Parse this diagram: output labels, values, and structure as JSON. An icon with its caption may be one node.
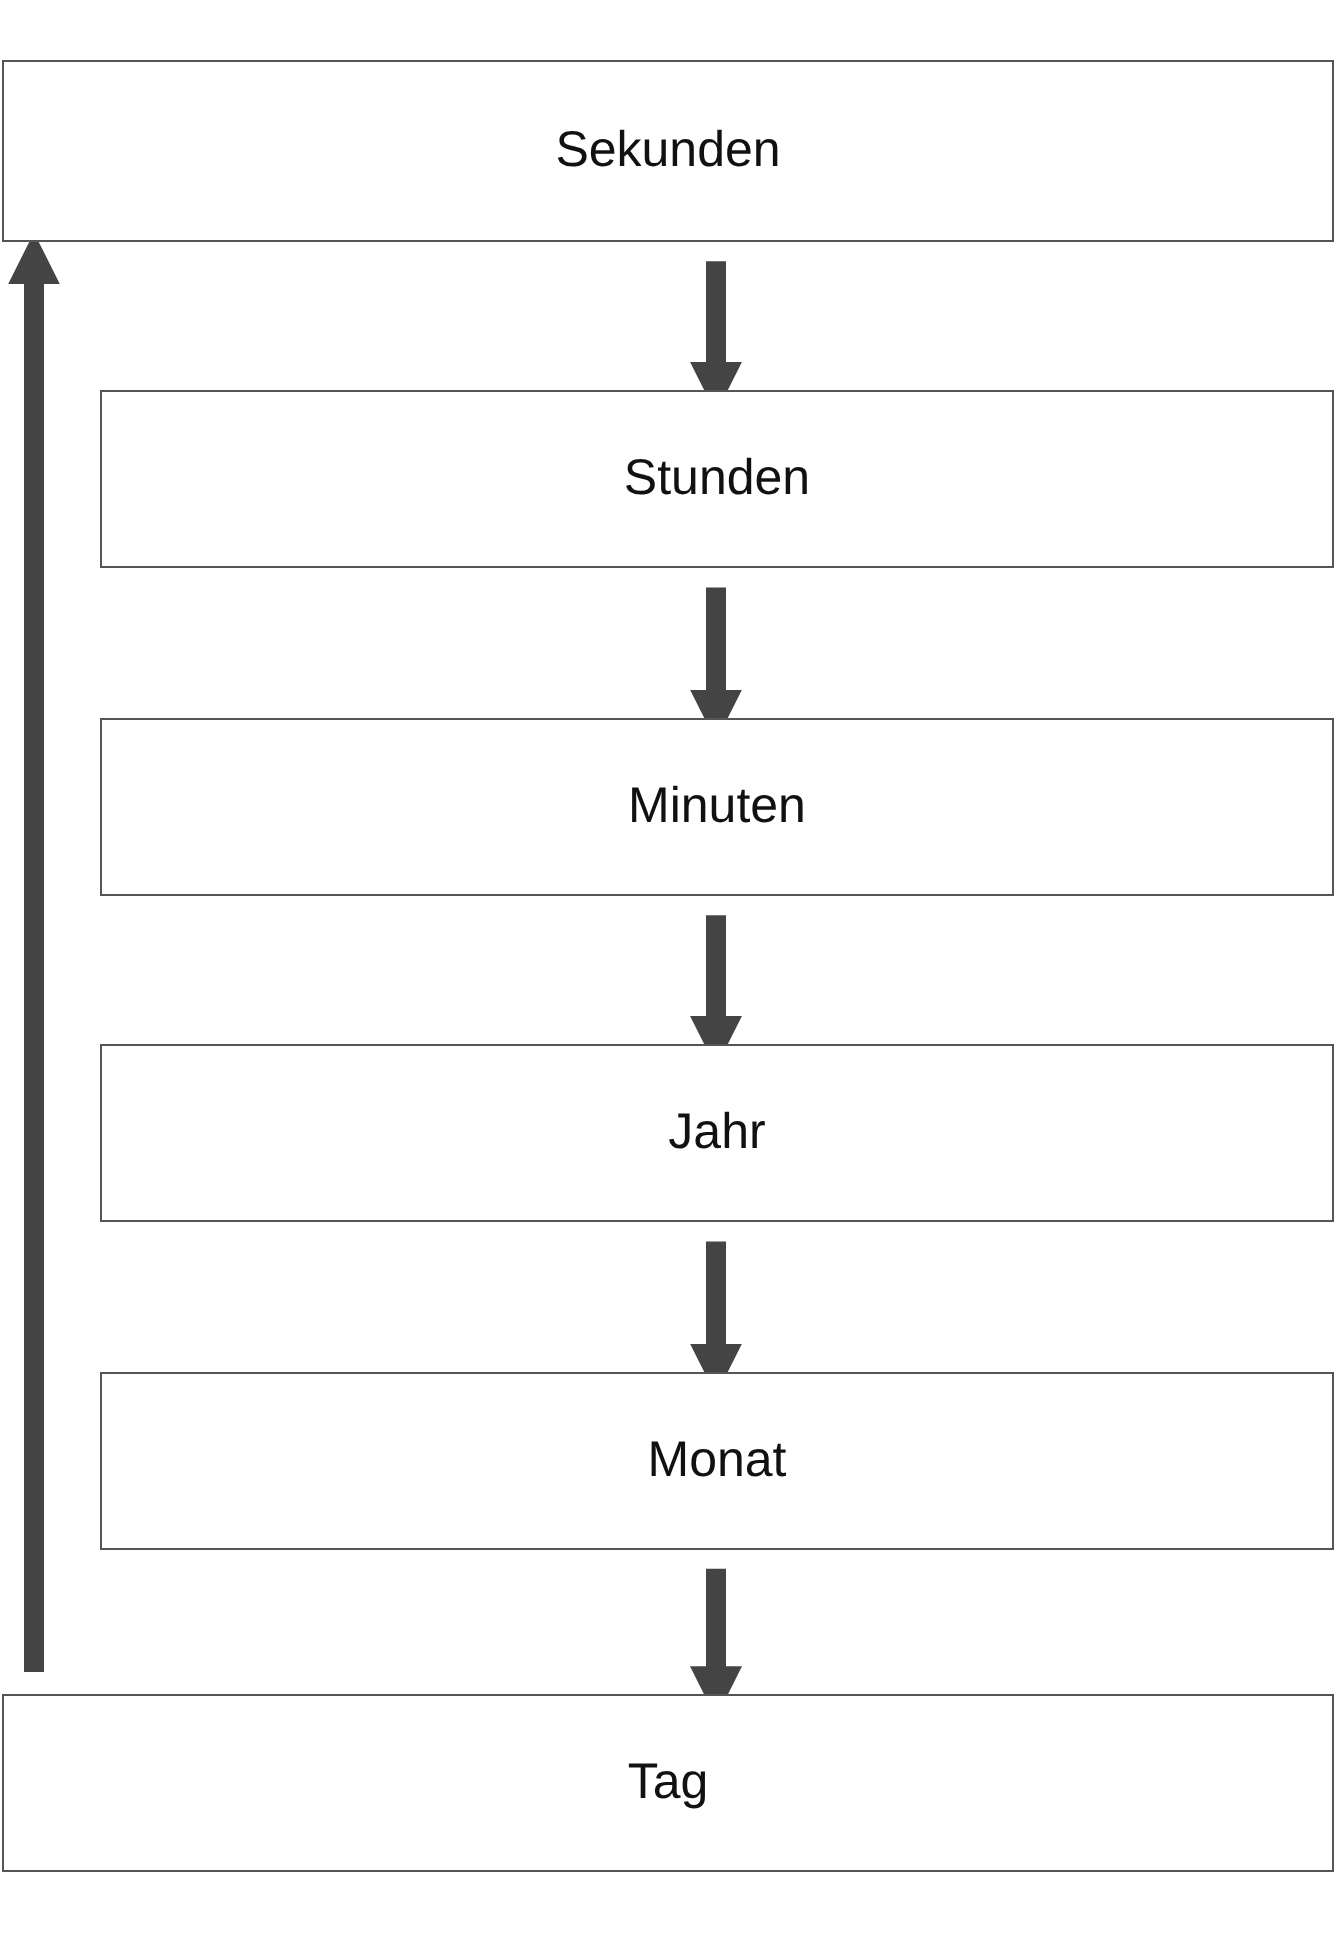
{
  "diagram": {
    "nodes": [
      {
        "text": [
          "Sekunden"
        ]
      },
      {
        "text": [
          "Stunden"
        ]
      },
      {
        "text": [
          "Minuten"
        ]
      },
      {
        "text": [
          "Jahr"
        ]
      },
      {
        "text": [
          "Monat"
        ]
      },
      {
        "text": [
          "Tag"
        ]
      }
    ],
    "edges": [
      {
        "from": 0,
        "to": 1,
        "arrow": "to"
      },
      {
        "from": 1,
        "to": 2,
        "arrow": "to"
      },
      {
        "from": 2,
        "to": 3,
        "arrow": "to"
      },
      {
        "from": 3,
        "to": 4,
        "arrow": "to"
      },
      {
        "from": 4,
        "to": 5,
        "arrow": "to"
      },
      {
        "from": 5,
        "to": 0,
        "arrow": "to"
      }
    ]
  }
}
